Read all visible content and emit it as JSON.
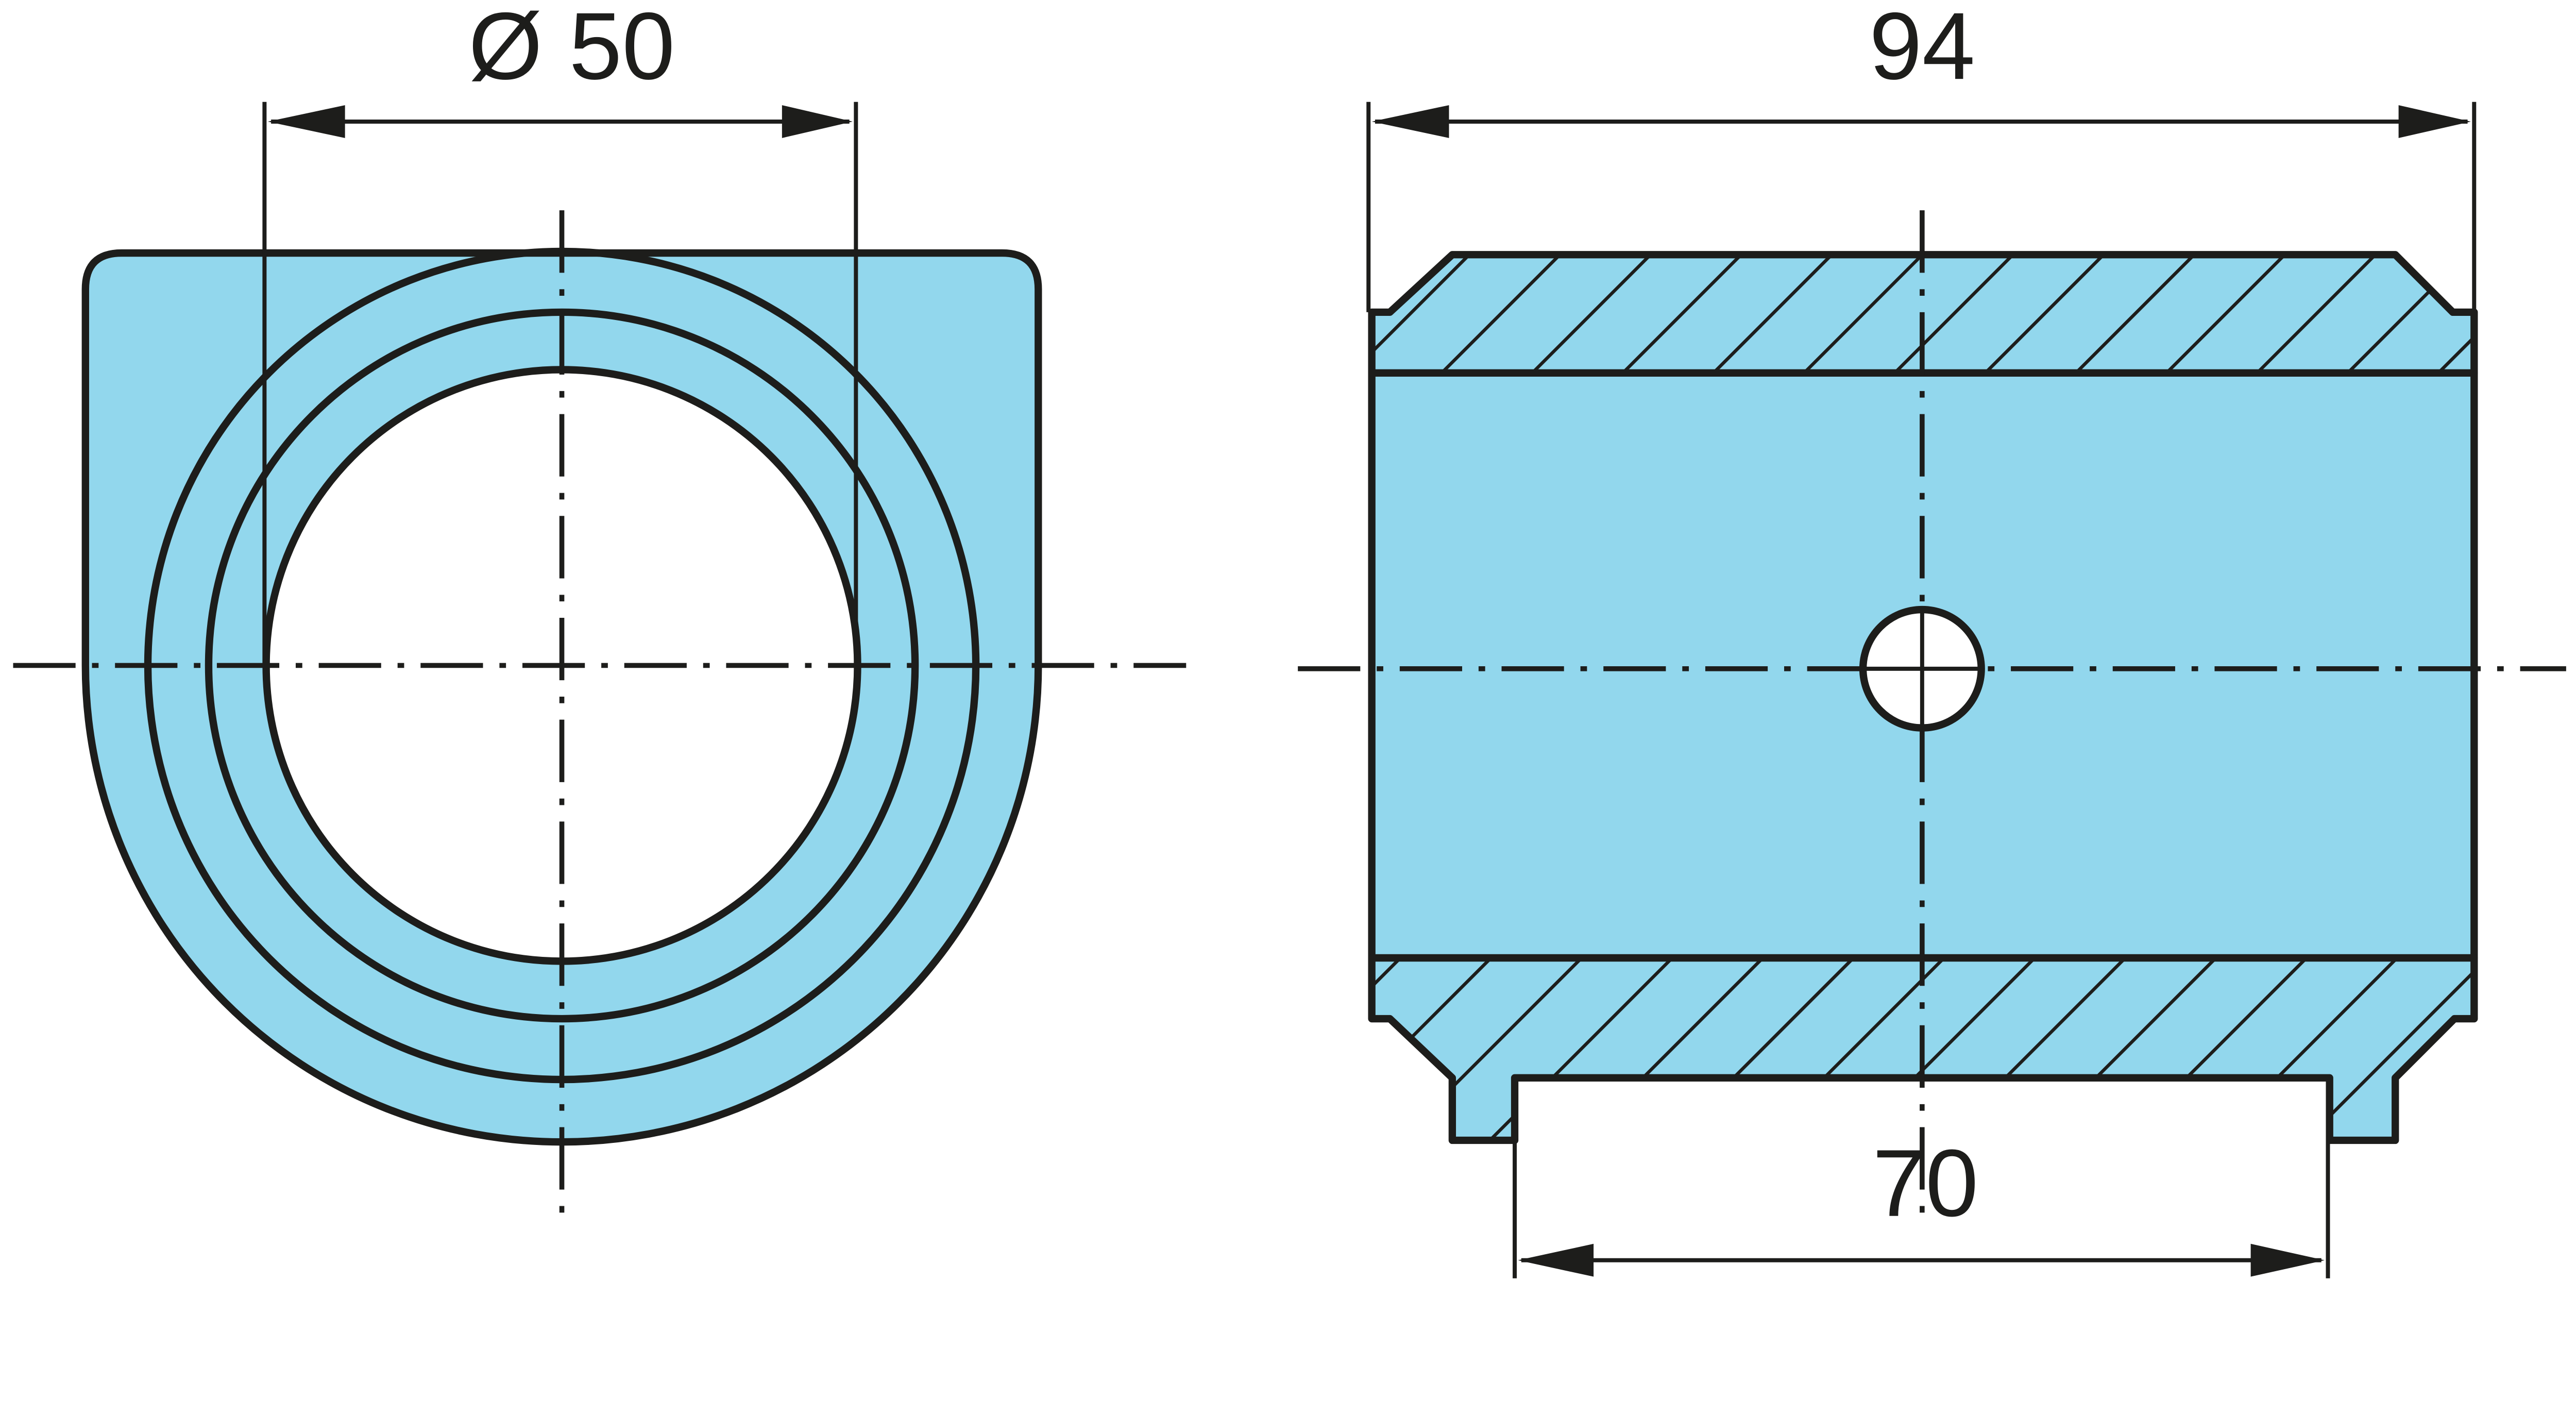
{
  "drawing": {
    "left_view": {
      "dimension_label": "Ø 50"
    },
    "right_view": {
      "top_dimension_label": "94",
      "bottom_dimension_label": "70"
    }
  },
  "colors": {
    "fill": "#92d7ed",
    "line": "#1d1d1b",
    "background": "#ffffff"
  }
}
